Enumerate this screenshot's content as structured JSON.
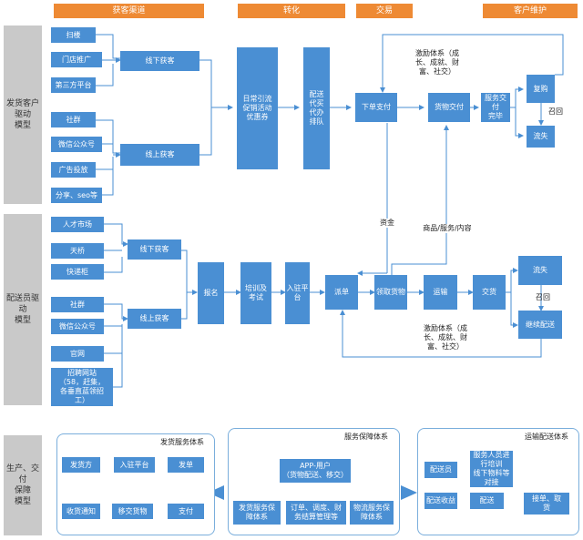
{
  "headers": {
    "channel": "获客渠道",
    "conversion": "转化",
    "transaction": "交易",
    "maintenance": "客户维护"
  },
  "sides": {
    "shipper": "发货客户驱动\n模型",
    "courier": "配送员驱动\n模型",
    "service": "生产、交付\n保障\n模型"
  },
  "shipper": {
    "sweep": "扫楼",
    "store_promo": "门店推广",
    "third_party": "第三方平台",
    "community": "社群",
    "wechat": "微信公众号",
    "ads": "广告投放",
    "share_seo": "分享、seo等",
    "offline": "线下获客",
    "online": "线上获客",
    "promo": "日常引流\n促销活动\n优惠券",
    "proxy": "配送\n代买\n代办\n排队",
    "order_pay": "下单支付",
    "goods_delivery": "货物交付",
    "service_done": "服务交付\n完毕",
    "repurchase": "复购",
    "churn": "流失",
    "incentive": "激励体系（成\n长、成就、财\n富、社交）",
    "recall": "召回"
  },
  "flows": {
    "funds": "资金",
    "goods": "商品/服务/内容"
  },
  "courier": {
    "talent": "人才市场",
    "bridge": "天桥",
    "locker": "快递柜",
    "community": "社群",
    "wechat": "微信公众号",
    "website": "官网",
    "recruit": "招聘网站\n（58，赶集，\n各垂直蓝领招\n工）",
    "offline": "线下获客",
    "online": "线上获客",
    "signup": "报名",
    "training": "培训及\n考试",
    "join": "入驻平\n台",
    "dispatch": "派单",
    "pickup": "领取货物",
    "transport": "运输",
    "handover": "交货",
    "churn": "流失",
    "continue": "继续配送",
    "recall": "召回",
    "incentive": "激励体系（成\n长、成就、财\n富、社交）"
  },
  "ship_service": {
    "title": "发货服务体系",
    "shipper": "发货方",
    "join": "入驻平台",
    "post": "发单",
    "notify": "收货通知",
    "handover": "移交货物",
    "pay": "支付"
  },
  "guarantee": {
    "title": "服务保障体系",
    "app": "APP-用户\n（货物配送、移交）",
    "ship_sys": "发货服务保\n障体系",
    "order_sys": "订单、调度、财\n务结算管理等",
    "logistics_sys": "物流服务保\n障体系"
  },
  "delivery_service": {
    "title": "运输配送体系",
    "courier": "配送员",
    "training": "服务人员进\n行培训\n线下物料等\n对接",
    "revenue": "配送收益",
    "delivery": "配送",
    "accept": "接单、取\n货"
  }
}
